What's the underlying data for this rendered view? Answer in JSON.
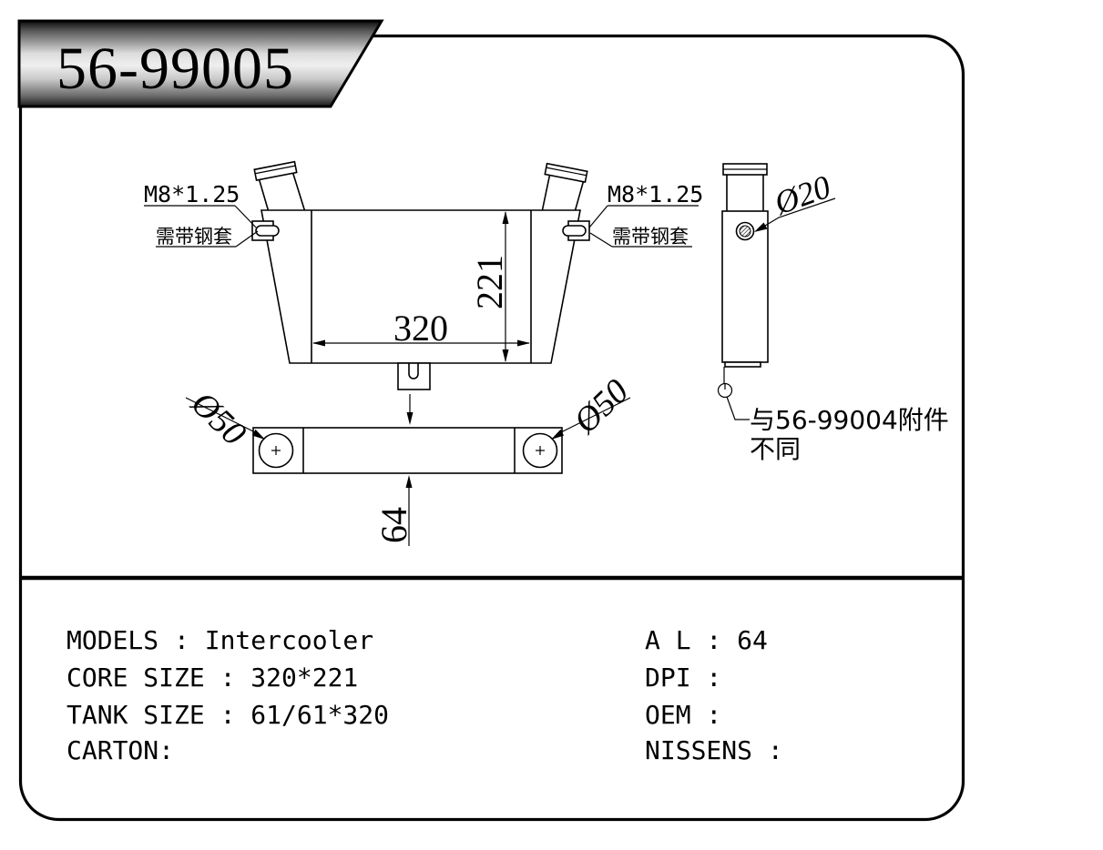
{
  "title": {
    "part_number": "56-99005"
  },
  "front_view": {
    "thread_label_left": "M8*1.25",
    "thread_label_right": "M8*1.25",
    "sleeve_note_left": "需带钢套",
    "sleeve_note_right": "需带钢套",
    "dim_core_width": "320",
    "dim_core_height": "221"
  },
  "bottom_view": {
    "dia_left_port": "Ø50",
    "dia_right_port": "Ø50",
    "dim_depth": "64"
  },
  "side_view": {
    "dia_hole": "Ø20",
    "note_line1": "与56-99004附件",
    "note_line2": "不同"
  },
  "specs": {
    "models": "MODELS : Intercooler",
    "core_size": "CORE SIZE : 320*221",
    "tank_size": "TANK SIZE : 61/61*320",
    "carton": "CARTON:",
    "al": "A L : 64",
    "dpi": "DPI :",
    "oem": "OEM :",
    "nissens": "NISSENS :"
  },
  "colors": {
    "line": "#000000",
    "background": "#ffffff"
  }
}
